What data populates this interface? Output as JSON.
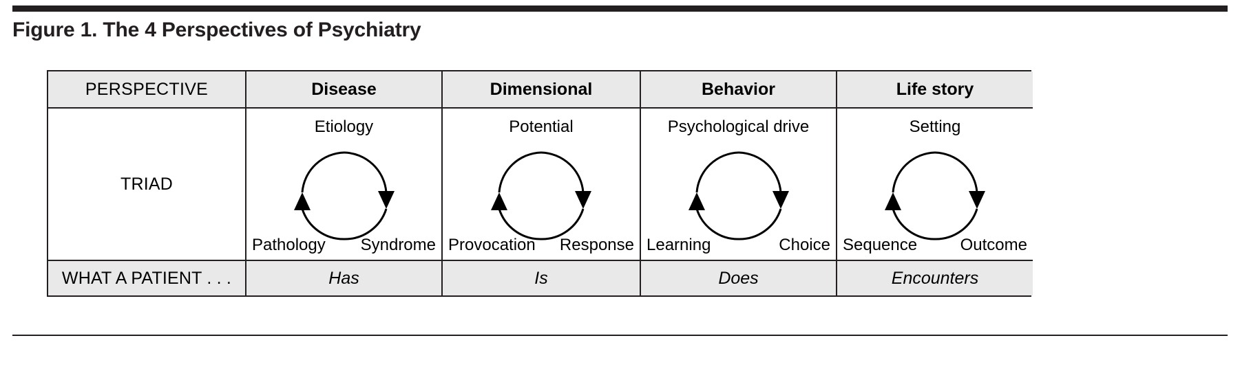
{
  "figure": {
    "title": "Figure 1. The 4 Perspectives of Psychiatry",
    "rule_color": "#231f20",
    "header_fill": "#e9e9e9",
    "body_fill": "#ffffff",
    "border_color": "#231f20"
  },
  "table": {
    "row_labels": {
      "perspective": "PERSPECTIVE",
      "triad": "TRIAD",
      "what_a_patient": "WHAT A PATIENT . . ."
    },
    "columns": [
      {
        "header": "Disease",
        "triad": {
          "top": "Etiology",
          "bottom_left": "Pathology",
          "bottom_right": "Syndrome"
        },
        "patient_verb": "Has"
      },
      {
        "header": "Dimensional",
        "triad": {
          "top": "Potential",
          "bottom_left": "Provocation",
          "bottom_right": "Response"
        },
        "patient_verb": "Is"
      },
      {
        "header": "Behavior",
        "triad": {
          "top": "Psychological drive",
          "bottom_left": "Learning",
          "bottom_right": "Choice"
        },
        "patient_verb": "Does"
      },
      {
        "header": "Life story",
        "triad": {
          "top": "Setting",
          "bottom_left": "Sequence",
          "bottom_right": "Outcome"
        },
        "patient_verb": "Encounters"
      }
    ]
  },
  "icons": {
    "cycle": "circular-arrow-cycle-icon"
  }
}
